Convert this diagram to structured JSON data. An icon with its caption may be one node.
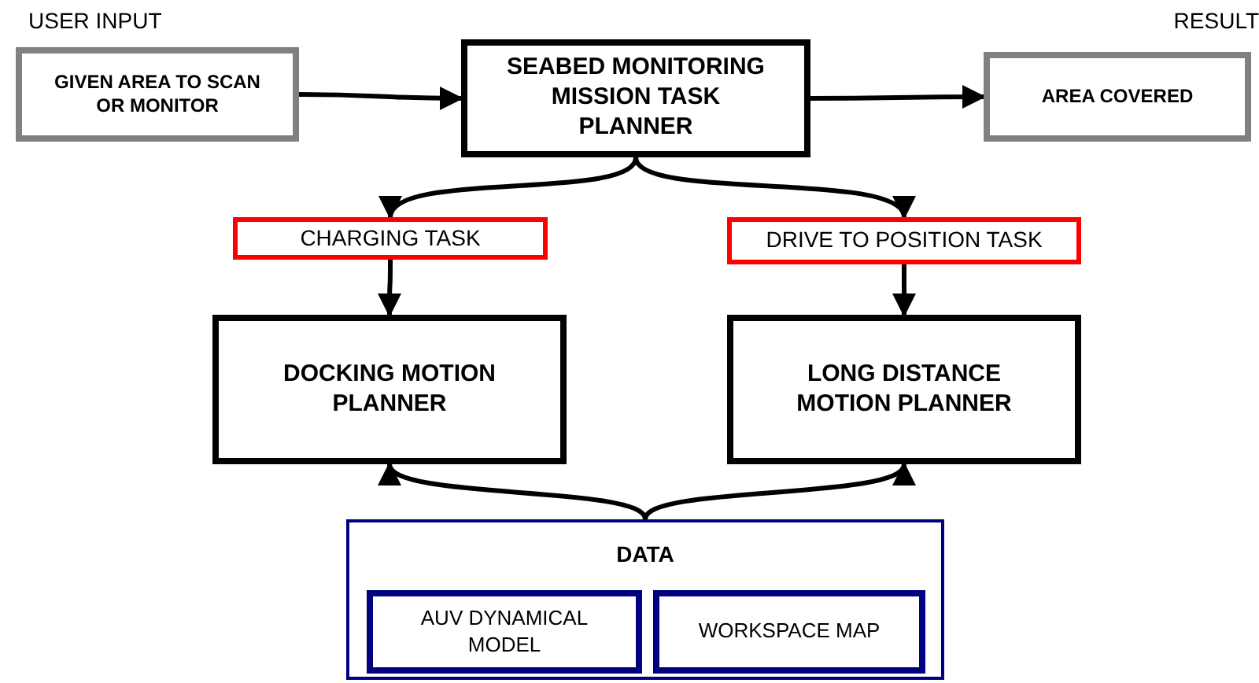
{
  "diagram": {
    "nodes": [
      {
        "text": [
          "USER INPUT",
          "GIVEN AREA TO SCAN OR MONITOR"
        ]
      },
      {
        "text": [
          "SEABED MONITORING MISSION TASK PLANNER"
        ]
      },
      {
        "text": [
          "RESULT",
          "AREA COVERED"
        ]
      },
      {
        "text": [
          "CHARGING TASK"
        ]
      },
      {
        "text": [
          "DRIVE TO POSITION TASK"
        ]
      },
      {
        "text": [
          "DOCKING MOTION PLANNER"
        ]
      },
      {
        "text": [
          "LONG DISTANCE MOTION PLANNER"
        ]
      },
      {
        "text": [
          "DATA"
        ]
      },
      {
        "text": [
          "AUV DYNAMICAL MODEL"
        ],
        "in": 7
      },
      {
        "text": [
          "WORKSPACE MAP"
        ],
        "in": 7
      }
    ],
    "edges": [
      {
        "from": 0,
        "to": 1,
        "arrow": "to"
      },
      {
        "from": 1,
        "to": 2,
        "arrow": "to"
      },
      {
        "from": 1,
        "to": 3,
        "arrow": "to"
      },
      {
        "from": 1,
        "to": 4,
        "arrow": "to"
      },
      {
        "from": 3,
        "to": 5,
        "arrow": "to"
      },
      {
        "from": 4,
        "to": 6,
        "arrow": "to"
      },
      {
        "from": 7,
        "to": 5,
        "arrow": "to"
      },
      {
        "from": 7,
        "to": 6,
        "arrow": "to"
      }
    ]
  }
}
